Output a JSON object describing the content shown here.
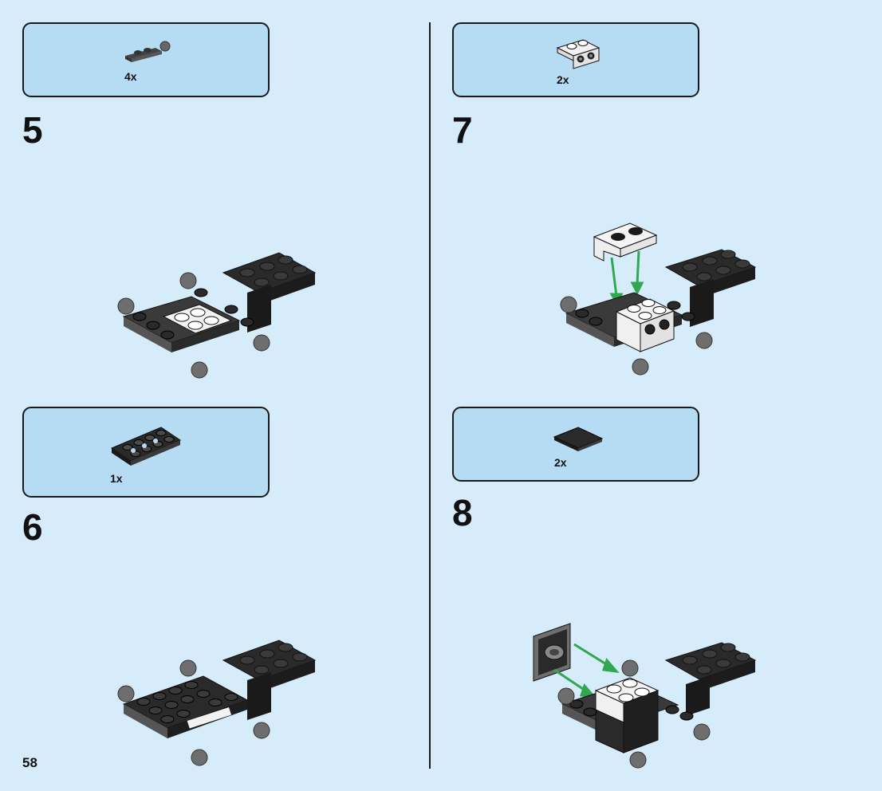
{
  "page_number": "58",
  "steps": [
    {
      "number": "5",
      "part_quantity": "4x",
      "part": "dark gray plate with ball joint"
    },
    {
      "number": "6",
      "part_quantity": "1x",
      "part": "black technic plate with holes"
    },
    {
      "number": "7",
      "part_quantity": "2x",
      "part": "white bracket with studs"
    },
    {
      "number": "8",
      "part_quantity": "2x",
      "part": "black tile 2x2"
    }
  ],
  "colors": {
    "background": "#d6ecfa",
    "parts_box": "#b6dcf4",
    "black_brick": "#2a2a2a",
    "gray_brick": "#6e6e6e",
    "white_brick": "#f2f2f2",
    "arrow": "#2fa84f"
  }
}
